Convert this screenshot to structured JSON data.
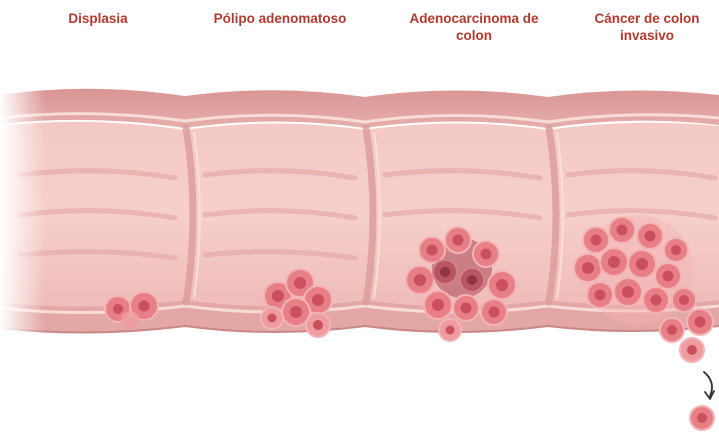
{
  "colors": {
    "label_text": "#b03a2e",
    "colon_outer": "#e3a7a5",
    "colon_inner": "#f2c3c0",
    "fold_shadow": "#dc9d9b",
    "wall_band": "#c98786",
    "wall_light": "#f7dcd7",
    "cell_body": "#e87f86",
    "cell_nucleus": "#c9505c",
    "tumor_dark": "#a94654"
  },
  "stages": [
    {
      "id": "displasia",
      "lines": [
        "Displasia"
      ]
    },
    {
      "id": "polipo",
      "lines": [
        "Pólipo adenomatoso"
      ]
    },
    {
      "id": "adenocarcinoma",
      "lines": [
        "Adenocarcinoma de",
        "colon"
      ]
    },
    {
      "id": "invasivo",
      "lines": [
        "Cáncer de colon",
        "invasivo"
      ]
    }
  ],
  "icons": {
    "arrow": "curved-arrow-down-icon"
  }
}
